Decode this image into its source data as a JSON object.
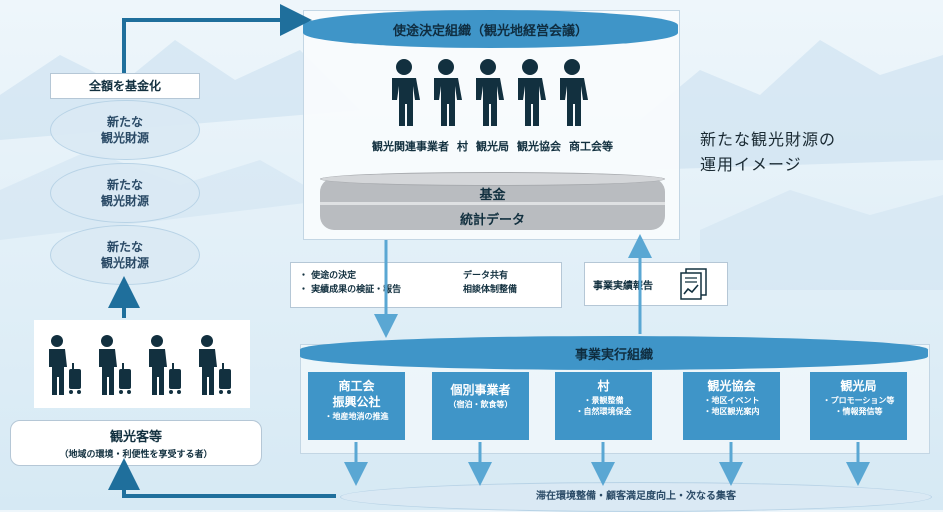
{
  "decision_org": {
    "title": "使途決定組織（観光地経営会議）",
    "members": [
      "観光関連事業者",
      "村",
      "観光局",
      "観光協会",
      "商工会等"
    ],
    "fund_label": "基金",
    "stats_label": "統計データ"
  },
  "caption": {
    "line1": "新たな観光財源の",
    "line2": "運用イメージ"
  },
  "fund_box_label": "全額を基金化",
  "new_sources": [
    {
      "line1": "新たな",
      "line2": "観光財源"
    },
    {
      "line1": "新たな",
      "line2": "観光財源"
    },
    {
      "line1": "新たな",
      "line2": "観光財源"
    }
  ],
  "tourists": {
    "label": "観光客等",
    "sublabel": "（地域の環境・利便性を享受する者）"
  },
  "directive": {
    "left": [
      "・ 使途の決定",
      "・ 実績成果の検証・報告"
    ],
    "right": [
      "データ共有",
      "相談体制整備"
    ]
  },
  "report_label": "事業実績報告",
  "exec_org": {
    "title": "事業実行組織",
    "units": [
      {
        "title": "商工会\n振興公社",
        "sub": "・地産地消の推進"
      },
      {
        "title": "個別事業者",
        "sub": "（宿泊・飲食等）"
      },
      {
        "title": "村",
        "sub": "・景観整備\n・自然環境保全"
      },
      {
        "title": "観光協会",
        "sub": "・地区イベント\n・地区観光案内"
      },
      {
        "title": "観光局",
        "sub": "・プロモーション等\n・情報発信等"
      }
    ]
  },
  "outcome_label": "滞在環境整備・顧客満足度向上・次なる集客",
  "colors": {
    "primary": "#3f95c8",
    "dark": "#12303f",
    "light": "#dcecf7"
  }
}
